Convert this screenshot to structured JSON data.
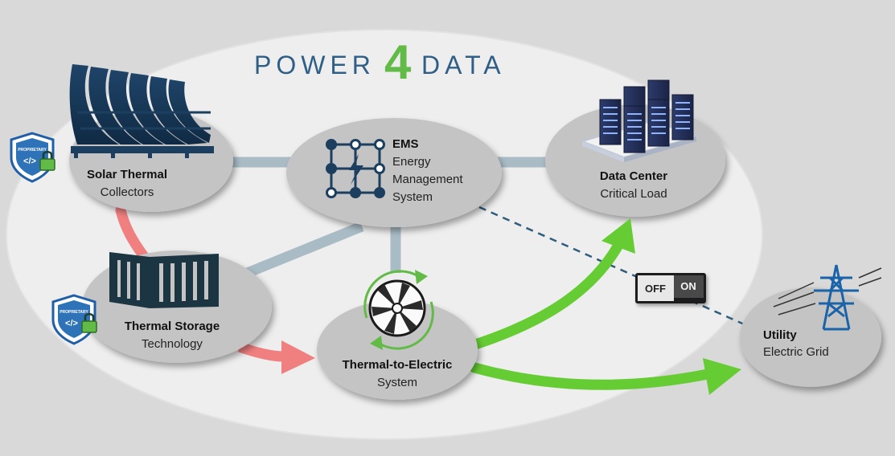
{
  "logo": {
    "prefix": "POWER",
    "digit": "4",
    "suffix": "DATA"
  },
  "nodes": {
    "solar": {
      "title": "Solar Thermal",
      "subtitle": "Collectors"
    },
    "ems": {
      "title": "EMS",
      "line1": "Energy",
      "line2": "Management",
      "line3": "System"
    },
    "datacenter": {
      "title": "Data Center",
      "subtitle": "Critical Load"
    },
    "storage": {
      "title": "Thermal Storage",
      "subtitle": "Technology"
    },
    "t2e": {
      "title": "Thermal-to-Electric",
      "subtitle": "System"
    },
    "utility": {
      "title": "Utility",
      "subtitle": "Electric Grid"
    }
  },
  "badges": {
    "proprietary_label": "PROPRIETARY",
    "code_symbol": "</>"
  },
  "switch": {
    "off_label": "OFF",
    "on_label": "ON"
  },
  "colors": {
    "background": "#d9d9d9",
    "ellipse": "#eeeeee",
    "node": "#c4c4c4",
    "connector": "#a9bcc6",
    "heat_flow": "#f08080",
    "power_flow": "#66cc33",
    "navy": "#1c3f5f",
    "logo_blue": "#2f5f86",
    "logo_green": "#62bb46",
    "pylon": "#1a63a8"
  },
  "icons": {
    "solar": "solar-collector-icon",
    "ems": "grid-network-icon",
    "datacenter": "server-racks-icon",
    "storage": "storage-container-icon",
    "t2e": "turbine-icon",
    "utility": "transmission-tower-icon",
    "badge": "shield-lock-icon"
  }
}
